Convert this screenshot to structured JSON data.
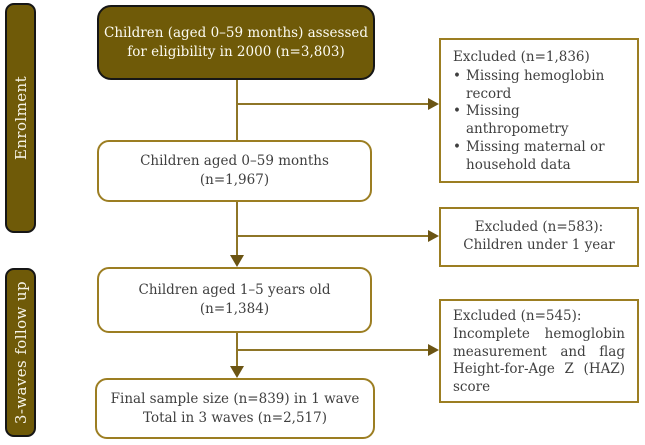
{
  "palette": {
    "dark_fill": "#6f5a08",
    "dark_border": "#161616",
    "gold_border": "#9c7e22",
    "connector_line": "#8e7527",
    "arrowhead": "#6b5413",
    "text": "#3f3f3f",
    "light_text": "#f7f4e8"
  },
  "stage_labels": [
    {
      "label": "Enrolment"
    },
    {
      "label": "3-waves follow up"
    }
  ],
  "flow_boxes": [
    {
      "id": "assessed",
      "lines": [
        "Children (aged 0–59 months) assessed",
        "for eligibility in 2000 (n=3,803)"
      ]
    },
    {
      "id": "aged-0-59",
      "lines": [
        "Children aged 0–59 months",
        "(n=1,967)"
      ]
    },
    {
      "id": "aged-1-5",
      "lines": [
        "Children aged 1–5 years old",
        "(n=1,384)"
      ]
    },
    {
      "id": "final-sample",
      "lines": [
        "Final sample size (n=839) in 1 wave",
        "Total in 3 waves (n=2,517)"
      ]
    }
  ],
  "exclusion_boxes": [
    {
      "title": "Excluded (n=1,836)",
      "bullets": [
        "Missing hemoglobin record",
        "Missing anthropometry",
        "Missing maternal or household data"
      ]
    },
    {
      "lines": [
        "Excluded (n=583):",
        "Children under 1 year"
      ]
    },
    {
      "title": "Excluded (n=545):",
      "body": "Incomplete hemoglobin measurement and flag Height-for-Age Z (HAZ) score"
    }
  ]
}
